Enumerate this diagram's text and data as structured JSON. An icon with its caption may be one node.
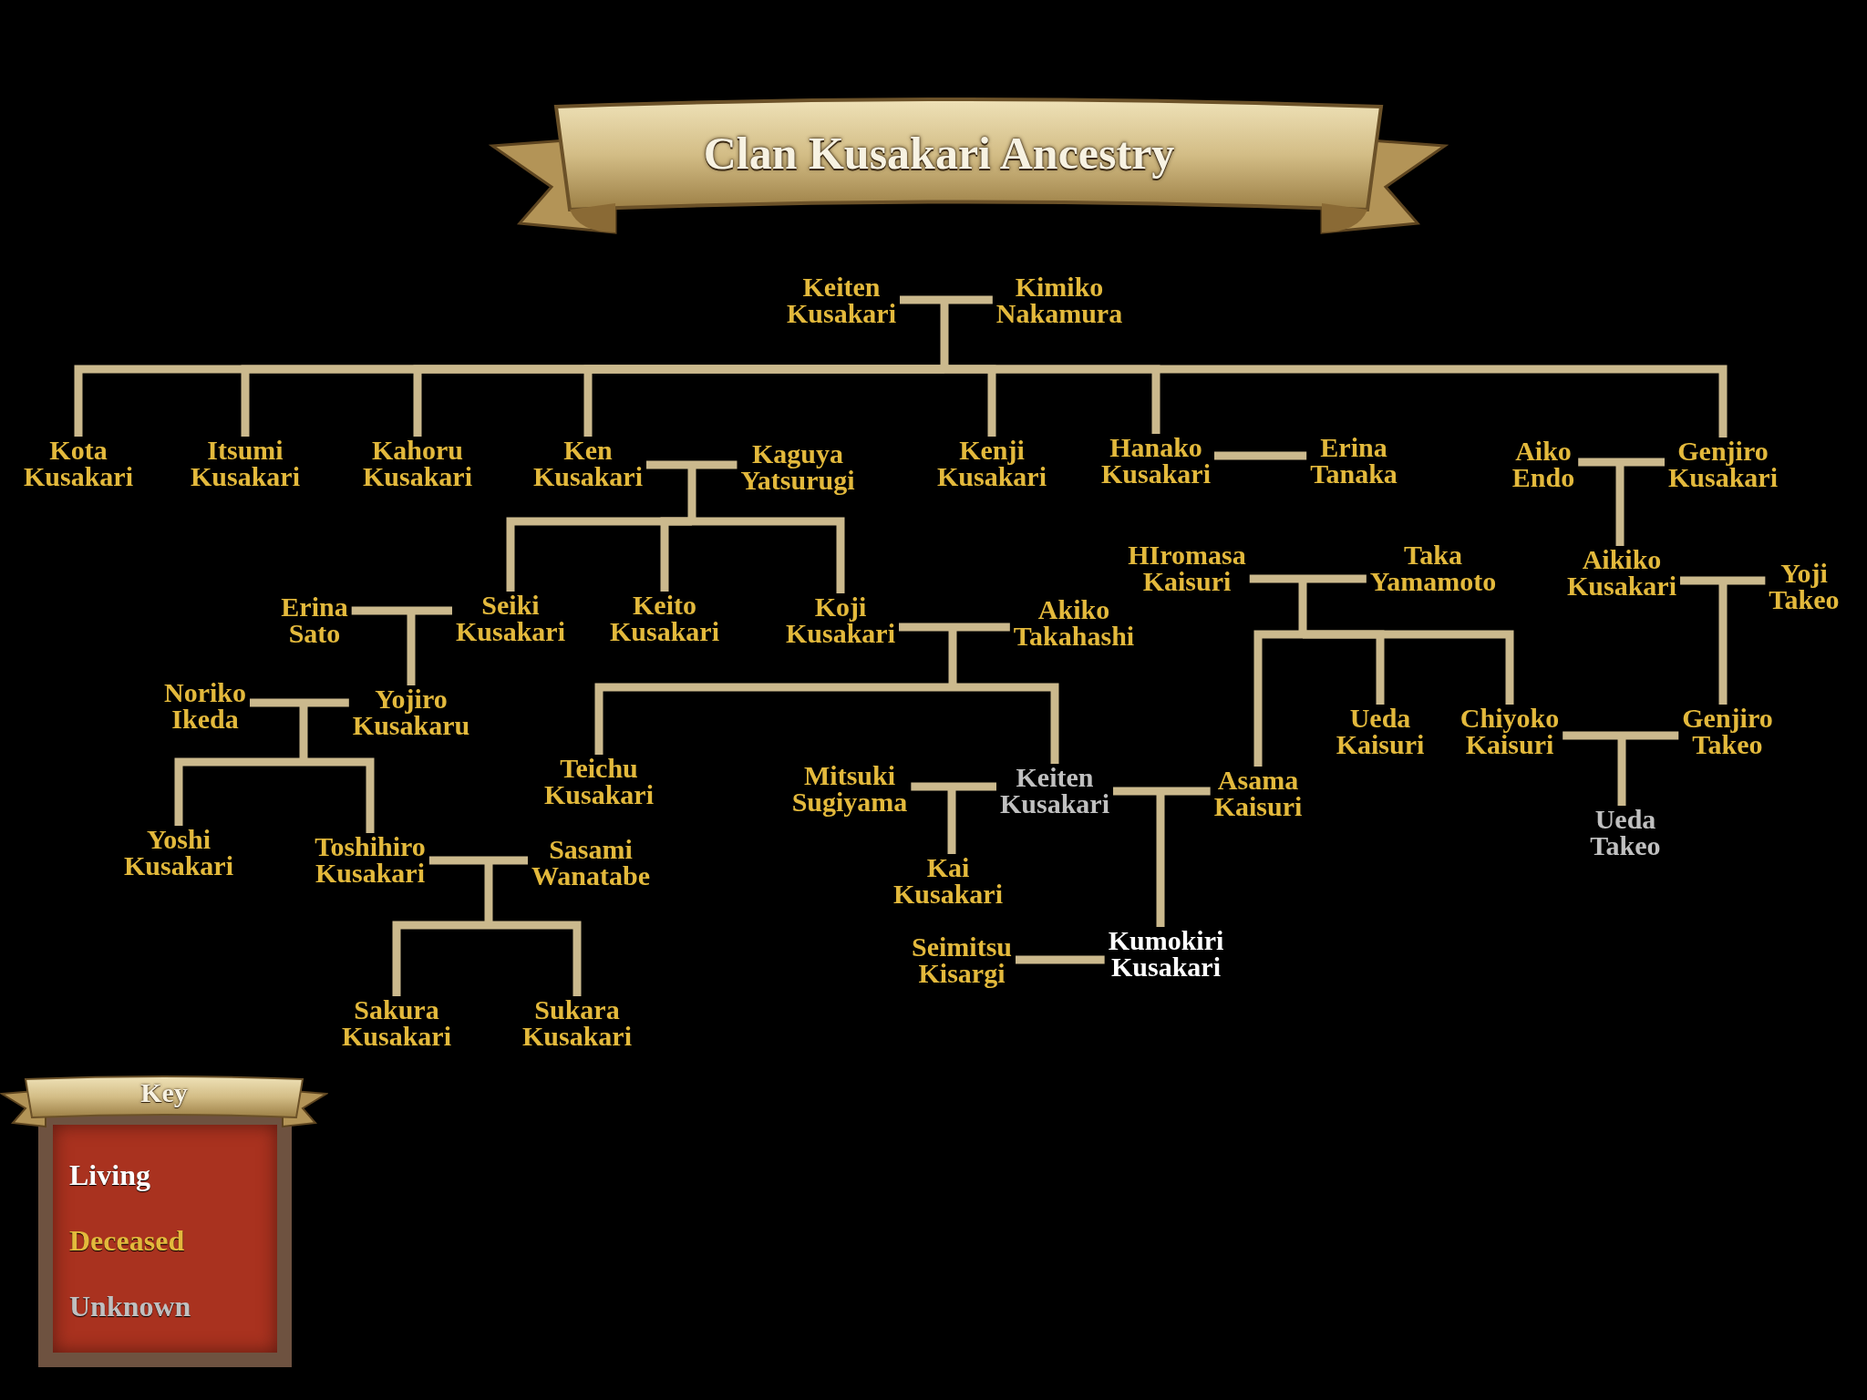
{
  "diagram": {
    "title": "Clan Kusakari Ancestry",
    "nodes": [
      {
        "text": [
          "Keiten Kusakari"
        ]
      },
      {
        "text": [
          "Kimiko Nakamura"
        ]
      },
      {
        "text": [
          "Kota Kusakari"
        ]
      },
      {
        "text": [
          "Itsumi Kusakari"
        ]
      },
      {
        "text": [
          "Kahoru Kusakari"
        ]
      },
      {
        "text": [
          "Ken Kusakari"
        ]
      },
      {
        "text": [
          "Kaguya Yatsurugi"
        ]
      },
      {
        "text": [
          "Kenji Kusakari"
        ]
      },
      {
        "text": [
          "Hanako Kusakari"
        ]
      },
      {
        "text": [
          "Erina Tanaka"
        ]
      },
      {
        "text": [
          "Aiko Endo"
        ]
      },
      {
        "text": [
          "Genjiro Kusakari"
        ]
      },
      {
        "text": [
          "HIromasa Kaisuri"
        ]
      },
      {
        "text": [
          "Taka Yamamoto"
        ]
      },
      {
        "text": [
          "Aikiko Kusakari"
        ]
      },
      {
        "text": [
          "Yoji Takeo"
        ]
      },
      {
        "text": [
          "Erina Sato"
        ]
      },
      {
        "text": [
          "Seiki Kusakari"
        ]
      },
      {
        "text": [
          "Keito Kusakari"
        ]
      },
      {
        "text": [
          "Koji Kusakari"
        ]
      },
      {
        "text": [
          "Akiko Takahashi"
        ]
      },
      {
        "text": [
          "Noriko Ikeda"
        ]
      },
      {
        "text": [
          "Yojiro Kusakaru"
        ]
      },
      {
        "text": [
          "Ueda Kaisuri"
        ]
      },
      {
        "text": [
          "Chiyoko Kaisuri"
        ]
      },
      {
        "text": [
          "Genjiro Takeo"
        ]
      },
      {
        "text": [
          "Teichu Kusakari"
        ]
      },
      {
        "text": [
          "Mitsuki Sugiyama"
        ]
      },
      {
        "text": [
          "Keiten Kusakari"
        ]
      },
      {
        "text": [
          "Asama Kaisuri"
        ]
      },
      {
        "text": [
          "Yoshi Kusakari"
        ]
      },
      {
        "text": [
          "Toshihiro Kusakari"
        ]
      },
      {
        "text": [
          "Sasami Wanatabe"
        ]
      },
      {
        "text": [
          "Ueda Takeo"
        ]
      },
      {
        "text": [
          "Kai Kusakari"
        ]
      },
      {
        "text": [
          "Seimitsu Kisargi"
        ]
      },
      {
        "text": [
          "Kumokiri Kusakari"
        ]
      },
      {
        "text": [
          "Sakura Kusakari"
        ]
      },
      {
        "text": [
          "Sukara Kusakari"
        ]
      }
    ],
    "edges": [
      {
        "from": 0,
        "to": 1,
        "arrow": "none"
      },
      {
        "from": 0,
        "to": 2,
        "arrow": "none"
      },
      {
        "from": 1,
        "to": 2,
        "arrow": "none"
      },
      {
        "from": 0,
        "to": 3,
        "arrow": "none"
      },
      {
        "from": 1,
        "to": 3,
        "arrow": "none"
      },
      {
        "from": 0,
        "to": 4,
        "arrow": "none"
      },
      {
        "from": 1,
        "to": 4,
        "arrow": "none"
      },
      {
        "from": 0,
        "to": 5,
        "arrow": "none"
      },
      {
        "from": 1,
        "to": 5,
        "arrow": "none"
      },
      {
        "from": 0,
        "to": 7,
        "arrow": "none"
      },
      {
        "from": 1,
        "to": 7,
        "arrow": "none"
      },
      {
        "from": 0,
        "to": 8,
        "arrow": "none"
      },
      {
        "from": 1,
        "to": 8,
        "arrow": "none"
      },
      {
        "from": 0,
        "to": 11,
        "arrow": "none"
      },
      {
        "from": 1,
        "to": 11,
        "arrow": "none"
      },
      {
        "from": 5,
        "to": 6,
        "arrow": "none"
      },
      {
        "from": 5,
        "to": 17,
        "arrow": "none"
      },
      {
        "from": 6,
        "to": 17,
        "arrow": "none"
      },
      {
        "from": 5,
        "to": 18,
        "arrow": "none"
      },
      {
        "from": 6,
        "to": 18,
        "arrow": "none"
      },
      {
        "from": 5,
        "to": 19,
        "arrow": "none"
      },
      {
        "from": 6,
        "to": 19,
        "arrow": "none"
      },
      {
        "from": 8,
        "to": 9,
        "arrow": "none"
      },
      {
        "from": 10,
        "to": 11,
        "arrow": "none"
      },
      {
        "from": 10,
        "to": 14,
        "arrow": "none"
      },
      {
        "from": 11,
        "to": 14,
        "arrow": "none"
      },
      {
        "from": 12,
        "to": 13,
        "arrow": "none"
      },
      {
        "from": 12,
        "to": 29,
        "arrow": "none"
      },
      {
        "from": 13,
        "to": 29,
        "arrow": "none"
      },
      {
        "from": 12,
        "to": 23,
        "arrow": "none"
      },
      {
        "from": 13,
        "to": 23,
        "arrow": "none"
      },
      {
        "from": 12,
        "to": 24,
        "arrow": "none"
      },
      {
        "from": 13,
        "to": 24,
        "arrow": "none"
      },
      {
        "from": 14,
        "to": 15,
        "arrow": "none"
      },
      {
        "from": 14,
        "to": 25,
        "arrow": "none"
      },
      {
        "from": 15,
        "to": 25,
        "arrow": "none"
      },
      {
        "from": 16,
        "to": 17,
        "arrow": "none"
      },
      {
        "from": 16,
        "to": 22,
        "arrow": "none"
      },
      {
        "from": 17,
        "to": 22,
        "arrow": "none"
      },
      {
        "from": 21,
        "to": 22,
        "arrow": "none"
      },
      {
        "from": 21,
        "to": 30,
        "arrow": "none"
      },
      {
        "from": 22,
        "to": 30,
        "arrow": "none"
      },
      {
        "from": 21,
        "to": 31,
        "arrow": "none"
      },
      {
        "from": 22,
        "to": 31,
        "arrow": "none"
      },
      {
        "from": 19,
        "to": 20,
        "arrow": "none"
      },
      {
        "from": 19,
        "to": 26,
        "arrow": "none"
      },
      {
        "from": 20,
        "to": 26,
        "arrow": "none"
      },
      {
        "from": 19,
        "to": 28,
        "arrow": "none"
      },
      {
        "from": 20,
        "to": 28,
        "arrow": "none"
      },
      {
        "from": 27,
        "to": 28,
        "arrow": "none"
      },
      {
        "from": 27,
        "to": 34,
        "arrow": "none"
      },
      {
        "from": 28,
        "to": 34,
        "arrow": "none"
      },
      {
        "from": 28,
        "to": 29,
        "arrow": "none"
      },
      {
        "from": 28,
        "to": 36,
        "arrow": "none"
      },
      {
        "from": 29,
        "to": 36,
        "arrow": "none"
      },
      {
        "from": 31,
        "to": 32,
        "arrow": "none"
      },
      {
        "from": 31,
        "to": 37,
        "arrow": "none"
      },
      {
        "from": 32,
        "to": 37,
        "arrow": "none"
      },
      {
        "from": 31,
        "to": 38,
        "arrow": "none"
      },
      {
        "from": 32,
        "to": 38,
        "arrow": "none"
      },
      {
        "from": 35,
        "to": 36,
        "arrow": "none"
      },
      {
        "from": 24,
        "to": 25,
        "arrow": "none"
      },
      {
        "from": 24,
        "to": 33,
        "arrow": "none"
      },
      {
        "from": 25,
        "to": 33,
        "arrow": "none"
      }
    ],
    "labels": [
      "Key"
    ],
    "legend": [
      {
        "text": "Living",
        "color": "#ffffff"
      },
      {
        "text": "Deceased",
        "color": "#e3b93c"
      },
      {
        "text": "Unknown",
        "color": "#c0c0c0"
      }
    ]
  }
}
